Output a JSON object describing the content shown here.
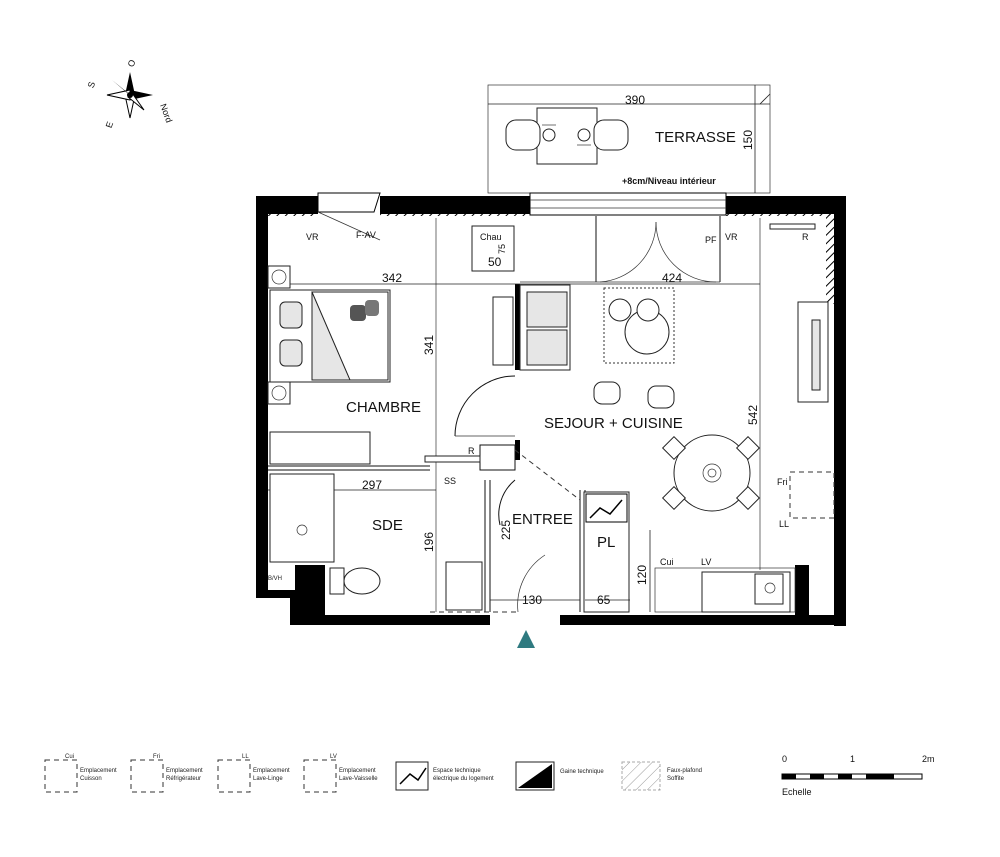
{
  "compass": {
    "north_label": "Nord",
    "letters": [
      "S",
      "O",
      "E"
    ]
  },
  "rooms": {
    "terrasse": "TERRASSE",
    "chambre": "CHAMBRE",
    "sejour": "SEJOUR + CUISINE",
    "sde": "SDE",
    "entree": "ENTREE",
    "pl": "PL"
  },
  "notes": {
    "terrasse_level": "+8cm/Niveau intérieur"
  },
  "dimensions": {
    "terrasse_w": "390",
    "terrasse_h": "150",
    "chambre_w": "342",
    "chambre_h": "341",
    "sejour_w": "424",
    "sejour_h": "542",
    "sde_w": "297",
    "sde_h": "196",
    "entree_h": "225",
    "entree_w": "130",
    "pl_w": "65",
    "cuisine_h": "120",
    "chau_w": "50",
    "chau_h": "75"
  },
  "labels": {
    "vr1": "VR",
    "fav": "F-AV",
    "chau": "Chau",
    "pf": "PF",
    "vr2": "VR",
    "r1": "R",
    "r2": "R",
    "ss": "SS",
    "mvh": "B/VH",
    "fri": "Fri",
    "ll": "LL",
    "cui": "Cui",
    "lv": "LV"
  },
  "legend": [
    {
      "code": "Cui",
      "text1": "Emplacement",
      "text2": "Cuisson"
    },
    {
      "code": "Fri",
      "text1": "Emplacement",
      "text2": "Réfrigérateur"
    },
    {
      "code": "LL",
      "text1": "Emplacement",
      "text2": "Lave-Linge"
    },
    {
      "code": "LV",
      "text1": "Emplacement",
      "text2": "Lave-Vaisselle"
    },
    {
      "code": "",
      "text1": "Espace technique",
      "text2": "électrique du logement"
    },
    {
      "code": "",
      "text1": "Gaine technique",
      "text2": ""
    },
    {
      "code": "",
      "text1": "Faux-plafond",
      "text2": "Soffite"
    }
  ],
  "scale": {
    "t0": "0",
    "t1": "1",
    "t2": "2m",
    "label": "Echelle"
  },
  "colors": {
    "entry_marker": "#2f7a80",
    "wall": "#000000"
  }
}
